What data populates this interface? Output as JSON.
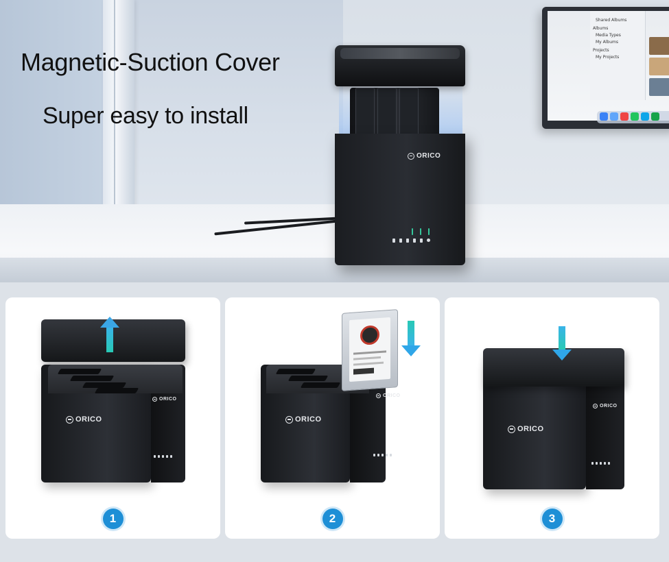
{
  "hero": {
    "title": "Magnetic-Suction Cover",
    "subtitle": "Super easy to install",
    "brand": "ORICO",
    "monitor": {
      "finder_items": [
        "Shared Albums",
        "Albums",
        "Media Types",
        "My Albums",
        "Projects",
        "My Projects"
      ]
    }
  },
  "steps": [
    {
      "number": "1",
      "brand": "ORICO",
      "action": "remove-cover"
    },
    {
      "number": "2",
      "brand": "ORICO",
      "action": "insert-drive"
    },
    {
      "number": "3",
      "brand": "ORICO",
      "action": "close-cover"
    }
  ],
  "colors": {
    "accent_blue": "#1e8fd6",
    "arrow_teal": "#28c9b5",
    "device_black": "#1b1d21",
    "panel_bg": "#dde2e8"
  }
}
